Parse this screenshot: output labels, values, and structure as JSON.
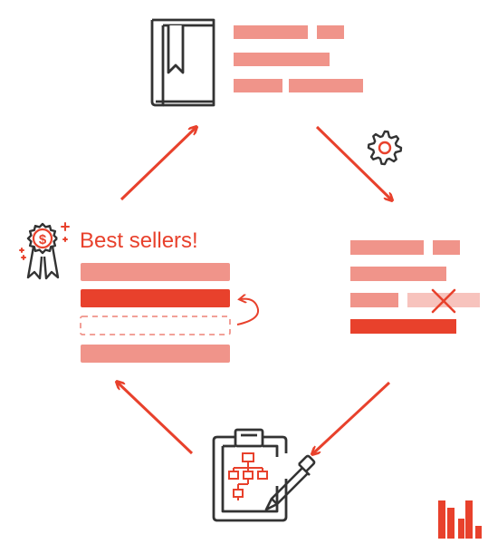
{
  "diagram": {
    "heading": {
      "text": "Best sellers!"
    },
    "palette": {
      "primary_red": "#e8412c",
      "salmon": "#f0948a",
      "light_salmon": "#f7c3bd",
      "outline_dark": "#333333"
    },
    "icons": {
      "top": "book-icon",
      "top_right": "gear-icon",
      "right": "error-x-icon",
      "bottom": "clipboard-flowchart-icon",
      "left": "award-ribbon-icon",
      "brand": "brand-logo-bars"
    },
    "flow_order": [
      "book",
      "gear-processing",
      "document-with-error",
      "clipboard-plan",
      "best-sellers-list"
    ]
  }
}
